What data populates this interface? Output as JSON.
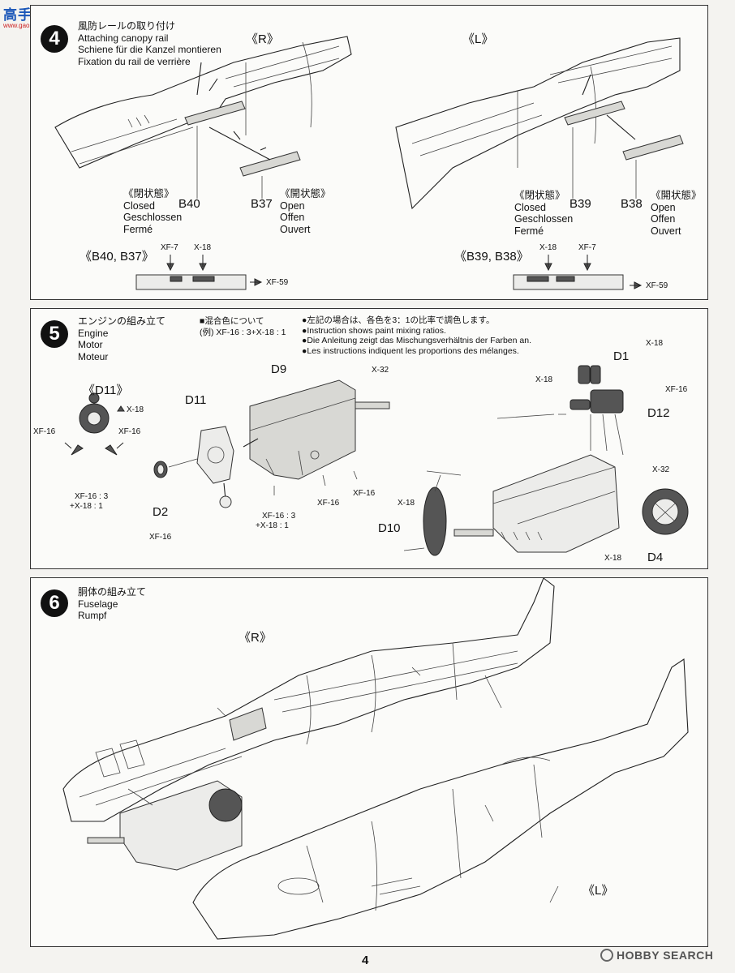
{
  "header": {
    "watermark_chars": "高手网",
    "watermark_url": "www.gaoshou.com"
  },
  "step4": {
    "number": "4",
    "title_lines": [
      "風防レールの取り付け",
      "Attaching canopy rail",
      "Schiene für die Kanzel montieren",
      "Fixation du rail de verrière"
    ],
    "side_r": "《R》",
    "side_l": "《L》",
    "closed_lines": [
      "《閉状態》",
      "Closed",
      "Geschlossen",
      "Fermé"
    ],
    "open_lines": [
      "《開状態》",
      "Open",
      "Offen",
      "Ouvert"
    ],
    "parts": {
      "b40": "B40",
      "b37": "B37",
      "b39": "B39",
      "b38": "B38"
    },
    "detail_left": "《B40, B37》",
    "detail_right": "《B39, B38》",
    "paints": {
      "xf7": "XF-7",
      "x18": "X-18",
      "xf59": "XF-59"
    }
  },
  "step5": {
    "number": "5",
    "title_lines": [
      "エンジンの組み立て",
      "Engine",
      "Motor",
      "Moteur"
    ],
    "mix_note": [
      "■混合色について",
      "(例) XF-16 : 3+X-18 : 1"
    ],
    "notes": [
      "●左記の場合は、各色を3：1の比率で調色します。",
      "●Instruction shows paint mixing ratios.",
      "●Die Anleitung zeigt das Mischungsverhältnis der Farben an.",
      "●Les instructions indiquent les proportions des mélanges."
    ],
    "parts": {
      "d11_detail": "《D11》",
      "d11": "D11",
      "d9": "D9",
      "d2": "D2",
      "d1": "D1",
      "d12": "D12",
      "d10": "D10",
      "d4": "D4"
    },
    "paints": {
      "x18": "X-18",
      "xf16": "XF-16",
      "x32": "X-32",
      "mix_a": "XF-16 : 3",
      "mix_b": "+X-18 : 1",
      "mix_c": "XF-16 : 3",
      "mix_d": "+X-18 : 1"
    }
  },
  "step6": {
    "number": "6",
    "title_lines": [
      "胴体の組み立て",
      "Fuselage",
      "Rumpf"
    ],
    "side_r": "《R》",
    "side_l": "《L》"
  },
  "footer": {
    "page_number": "4",
    "brand": "HOBBY SEARCH"
  }
}
